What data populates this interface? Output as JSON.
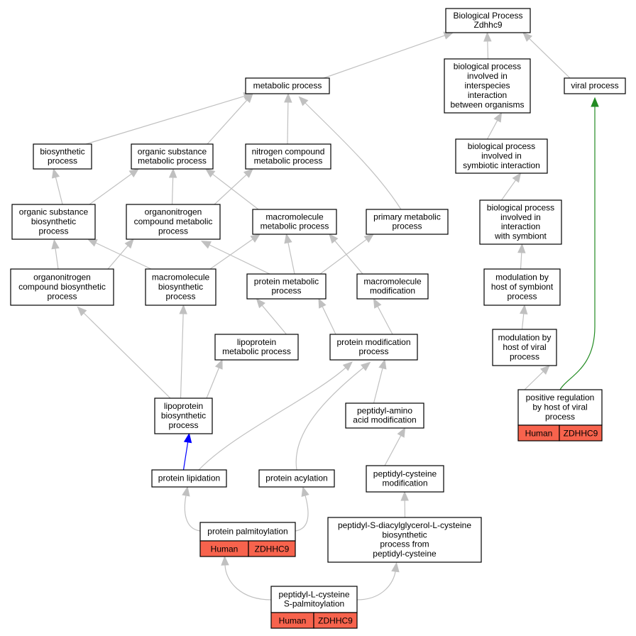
{
  "colors": {
    "node_fill": "#ffffff",
    "annotation_fill": "#f7634d",
    "edge_is_a": "#c0c0c0",
    "edge_part_of": "#0000ff",
    "edge_regulates": "#228b22"
  },
  "nodes": [
    {
      "id": "root",
      "lines": [
        "Biological Process",
        "Zdhhc9"
      ]
    },
    {
      "id": "metabolic",
      "lines": [
        "metabolic process"
      ]
    },
    {
      "id": "interspecies",
      "lines": [
        "biological process",
        "involved in",
        "interspecies",
        "interaction",
        "between organisms"
      ]
    },
    {
      "id": "viral",
      "lines": [
        "viral process"
      ]
    },
    {
      "id": "biosynthetic",
      "lines": [
        "biosynthetic",
        "process"
      ]
    },
    {
      "id": "orgsubmet",
      "lines": [
        "organic substance",
        "metabolic process"
      ]
    },
    {
      "id": "nitrogen",
      "lines": [
        "nitrogen compound",
        "metabolic process"
      ]
    },
    {
      "id": "symbiotic",
      "lines": [
        "biological process",
        "involved in",
        "symbiotic interaction"
      ]
    },
    {
      "id": "orgsubbio",
      "lines": [
        "organic substance",
        "biosynthetic",
        "process"
      ]
    },
    {
      "id": "orgnitmet",
      "lines": [
        "organonitrogen",
        "compound metabolic",
        "process"
      ]
    },
    {
      "id": "macromet",
      "lines": [
        "macromolecule",
        "metabolic process"
      ]
    },
    {
      "id": "primary",
      "lines": [
        "primary metabolic",
        "process"
      ]
    },
    {
      "id": "withsymb",
      "lines": [
        "biological process",
        "involved in",
        "interaction",
        "with symbiont"
      ]
    },
    {
      "id": "orgnitbio",
      "lines": [
        "organonitrogen",
        "compound biosynthetic",
        "process"
      ]
    },
    {
      "id": "macrobio",
      "lines": [
        "macromolecule",
        "biosynthetic",
        "process"
      ]
    },
    {
      "id": "protmet",
      "lines": [
        "protein metabolic",
        "process"
      ]
    },
    {
      "id": "macromod",
      "lines": [
        "macromolecule",
        "modification"
      ]
    },
    {
      "id": "modsymb",
      "lines": [
        "modulation by",
        "host of symbiont",
        "process"
      ]
    },
    {
      "id": "lipomet",
      "lines": [
        "lipoprotein",
        "metabolic process"
      ]
    },
    {
      "id": "protmod",
      "lines": [
        "protein modification",
        "process"
      ]
    },
    {
      "id": "modviral",
      "lines": [
        "modulation by",
        "host of viral",
        "process"
      ]
    },
    {
      "id": "lipobio",
      "lines": [
        "lipoprotein",
        "biosynthetic",
        "process"
      ]
    },
    {
      "id": "peptamino",
      "lines": [
        "peptidyl-amino",
        "acid modification"
      ]
    },
    {
      "id": "posreg",
      "lines": [
        "positive regulation",
        "by host of viral",
        "process"
      ],
      "annot": [
        "Human",
        "ZDHHC9"
      ]
    },
    {
      "id": "protlip",
      "lines": [
        "protein lipidation"
      ]
    },
    {
      "id": "protacyl",
      "lines": [
        "protein acylation"
      ]
    },
    {
      "id": "peptcys",
      "lines": [
        "peptidyl-cysteine",
        "modification"
      ]
    },
    {
      "id": "protpalm",
      "lines": [
        "protein palmitoylation"
      ],
      "annot": [
        "Human",
        "ZDHHC9"
      ]
    },
    {
      "id": "peptdiac",
      "lines": [
        "peptidyl-S-diacylglycerol-L-cysteine",
        "biosynthetic",
        "process from",
        "peptidyl-cysteine"
      ]
    },
    {
      "id": "peptspalm",
      "lines": [
        "peptidyl-L-cysteine",
        "S-palmitoylation"
      ],
      "annot": [
        "Human",
        "ZDHHC9"
      ]
    }
  ],
  "edges": [
    {
      "from": "metabolic",
      "to": "root",
      "type": "is_a"
    },
    {
      "from": "interspecies",
      "to": "root",
      "type": "is_a"
    },
    {
      "from": "viral",
      "to": "root",
      "type": "is_a"
    },
    {
      "from": "biosynthetic",
      "to": "metabolic",
      "type": "is_a"
    },
    {
      "from": "orgsubmet",
      "to": "metabolic",
      "type": "is_a"
    },
    {
      "from": "nitrogen",
      "to": "metabolic",
      "type": "is_a"
    },
    {
      "from": "primary",
      "to": "metabolic",
      "type": "is_a"
    },
    {
      "from": "symbiotic",
      "to": "interspecies",
      "type": "is_a"
    },
    {
      "from": "withsymb",
      "to": "symbiotic",
      "type": "is_a"
    },
    {
      "from": "modsymb",
      "to": "withsymb",
      "type": "is_a"
    },
    {
      "from": "modviral",
      "to": "modsymb",
      "type": "is_a"
    },
    {
      "from": "posreg",
      "to": "modviral",
      "type": "is_a"
    },
    {
      "from": "posreg",
      "to": "viral",
      "type": "regulates"
    },
    {
      "from": "orgsubbio",
      "to": "biosynthetic",
      "type": "is_a"
    },
    {
      "from": "orgsubbio",
      "to": "orgsubmet",
      "type": "is_a"
    },
    {
      "from": "orgnitmet",
      "to": "orgsubmet",
      "type": "is_a"
    },
    {
      "from": "orgnitmet",
      "to": "nitrogen",
      "type": "is_a"
    },
    {
      "from": "macromet",
      "to": "orgsubmet",
      "type": "is_a"
    },
    {
      "from": "orgnitbio",
      "to": "orgsubbio",
      "type": "is_a"
    },
    {
      "from": "orgnitbio",
      "to": "orgnitmet",
      "type": "is_a"
    },
    {
      "from": "macrobio",
      "to": "orgsubbio",
      "type": "is_a"
    },
    {
      "from": "macrobio",
      "to": "macromet",
      "type": "is_a"
    },
    {
      "from": "protmet",
      "to": "orgnitmet",
      "type": "is_a"
    },
    {
      "from": "protmet",
      "to": "macromet",
      "type": "is_a"
    },
    {
      "from": "protmet",
      "to": "primary",
      "type": "is_a"
    },
    {
      "from": "macromod",
      "to": "macromet",
      "type": "is_a"
    },
    {
      "from": "lipomet",
      "to": "protmet",
      "type": "is_a"
    },
    {
      "from": "protmod",
      "to": "protmet",
      "type": "is_a"
    },
    {
      "from": "protmod",
      "to": "macromod",
      "type": "is_a"
    },
    {
      "from": "lipobio",
      "to": "orgnitbio",
      "type": "is_a"
    },
    {
      "from": "lipobio",
      "to": "macrobio",
      "type": "is_a"
    },
    {
      "from": "lipobio",
      "to": "lipomet",
      "type": "is_a"
    },
    {
      "from": "peptamino",
      "to": "protmod",
      "type": "is_a"
    },
    {
      "from": "protlip",
      "to": "lipobio",
      "type": "part_of"
    },
    {
      "from": "protlip",
      "to": "protmod",
      "type": "is_a"
    },
    {
      "from": "protacyl",
      "to": "protmod",
      "type": "is_a"
    },
    {
      "from": "peptcys",
      "to": "peptamino",
      "type": "is_a"
    },
    {
      "from": "protpalm",
      "to": "protlip",
      "type": "is_a"
    },
    {
      "from": "protpalm",
      "to": "protacyl",
      "type": "is_a"
    },
    {
      "from": "peptdiac",
      "to": "peptcys",
      "type": "is_a"
    },
    {
      "from": "peptspalm",
      "to": "protpalm",
      "type": "is_a"
    },
    {
      "from": "peptspalm",
      "to": "peptdiac",
      "type": "is_a"
    }
  ]
}
